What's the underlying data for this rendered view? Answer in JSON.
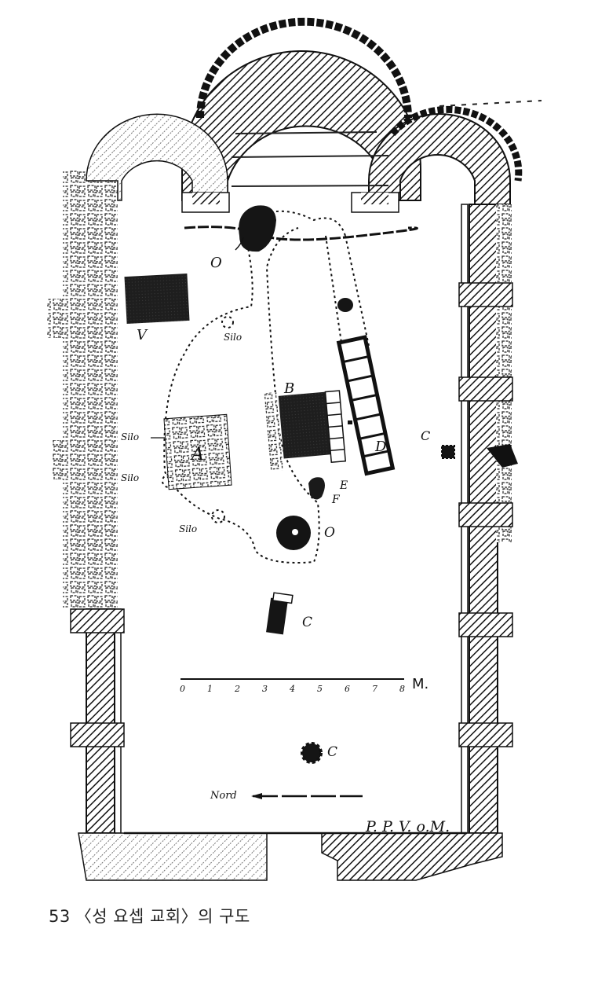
{
  "figure": {
    "labels": {
      "apse_niche": "O",
      "v": "V",
      "silo_top": "Silo",
      "silo_1": "Silo",
      "silo_2": "Silo",
      "silo_3": "Silo",
      "a": "A",
      "b": "B",
      "d": "D",
      "e": "E",
      "f": "F",
      "o_lower": "O",
      "c_right": "C",
      "c_middle": "C",
      "c_lower": "C"
    },
    "scale_bar": {
      "ticks": [
        "0",
        "1",
        "2",
        "3",
        "4",
        "5",
        "6",
        "7",
        "8"
      ],
      "unit": "M."
    },
    "north_label": "Nord",
    "signature": "P. P. V. o.M."
  },
  "caption": {
    "number": "53",
    "text": "〈성 요셉 교회〉의 구도"
  }
}
